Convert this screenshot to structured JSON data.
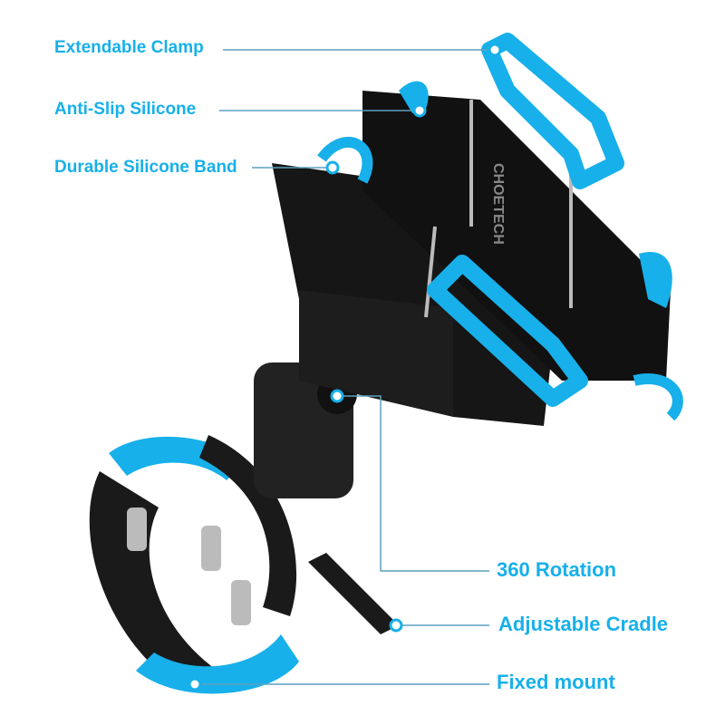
{
  "colors": {
    "accent": "#17b0ea",
    "body": "#1a1a1a",
    "line": "#5b9fbf"
  },
  "callouts": [
    {
      "label": "Extendable Clamp"
    },
    {
      "label": "Anti-Slip Silicone"
    },
    {
      "label": "Durable Silicone Band"
    },
    {
      "label": "360 Rotation"
    },
    {
      "label": "Adjustable Cradle"
    },
    {
      "label": "Fixed mount"
    }
  ],
  "product": {
    "brand": "CHOETECH"
  }
}
